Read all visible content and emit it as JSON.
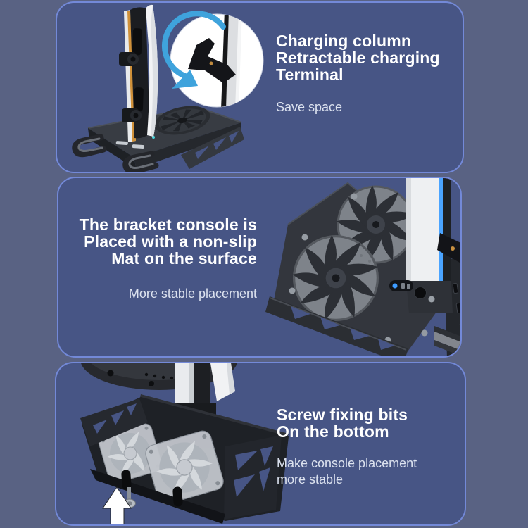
{
  "palette": {
    "background": "#596283",
    "panel_fill": "#475585",
    "panel_border": "#7389d8",
    "heading_color": "#ffffff",
    "subtitle_color": "#dce2ef",
    "arrow_blue": "#3fa3dc",
    "console_glow_blue": "#4aa4ff",
    "accent_orange": "#d0913a"
  },
  "sections": {
    "charging": {
      "heading_lines": [
        "Charging column",
        "Retractable charging",
        "Terminal"
      ],
      "subtitle": "Save space",
      "image": "console-on-charging-stand",
      "inset_icon": "rotation-arrow-icon"
    },
    "bracket": {
      "heading_lines": [
        "The bracket console is",
        "Placed with a non-slip",
        "Mat on the surface"
      ],
      "subtitle": "More stable placement",
      "image": "bracket-top-view-with-cooling-fans"
    },
    "screws": {
      "heading_lines": [
        "Screw fixing bits",
        "On the bottom"
      ],
      "subtitle": "Make console placement more stable",
      "image": "bracket-bottom-view-with-screw",
      "icon": "up-arrow-icon"
    }
  }
}
